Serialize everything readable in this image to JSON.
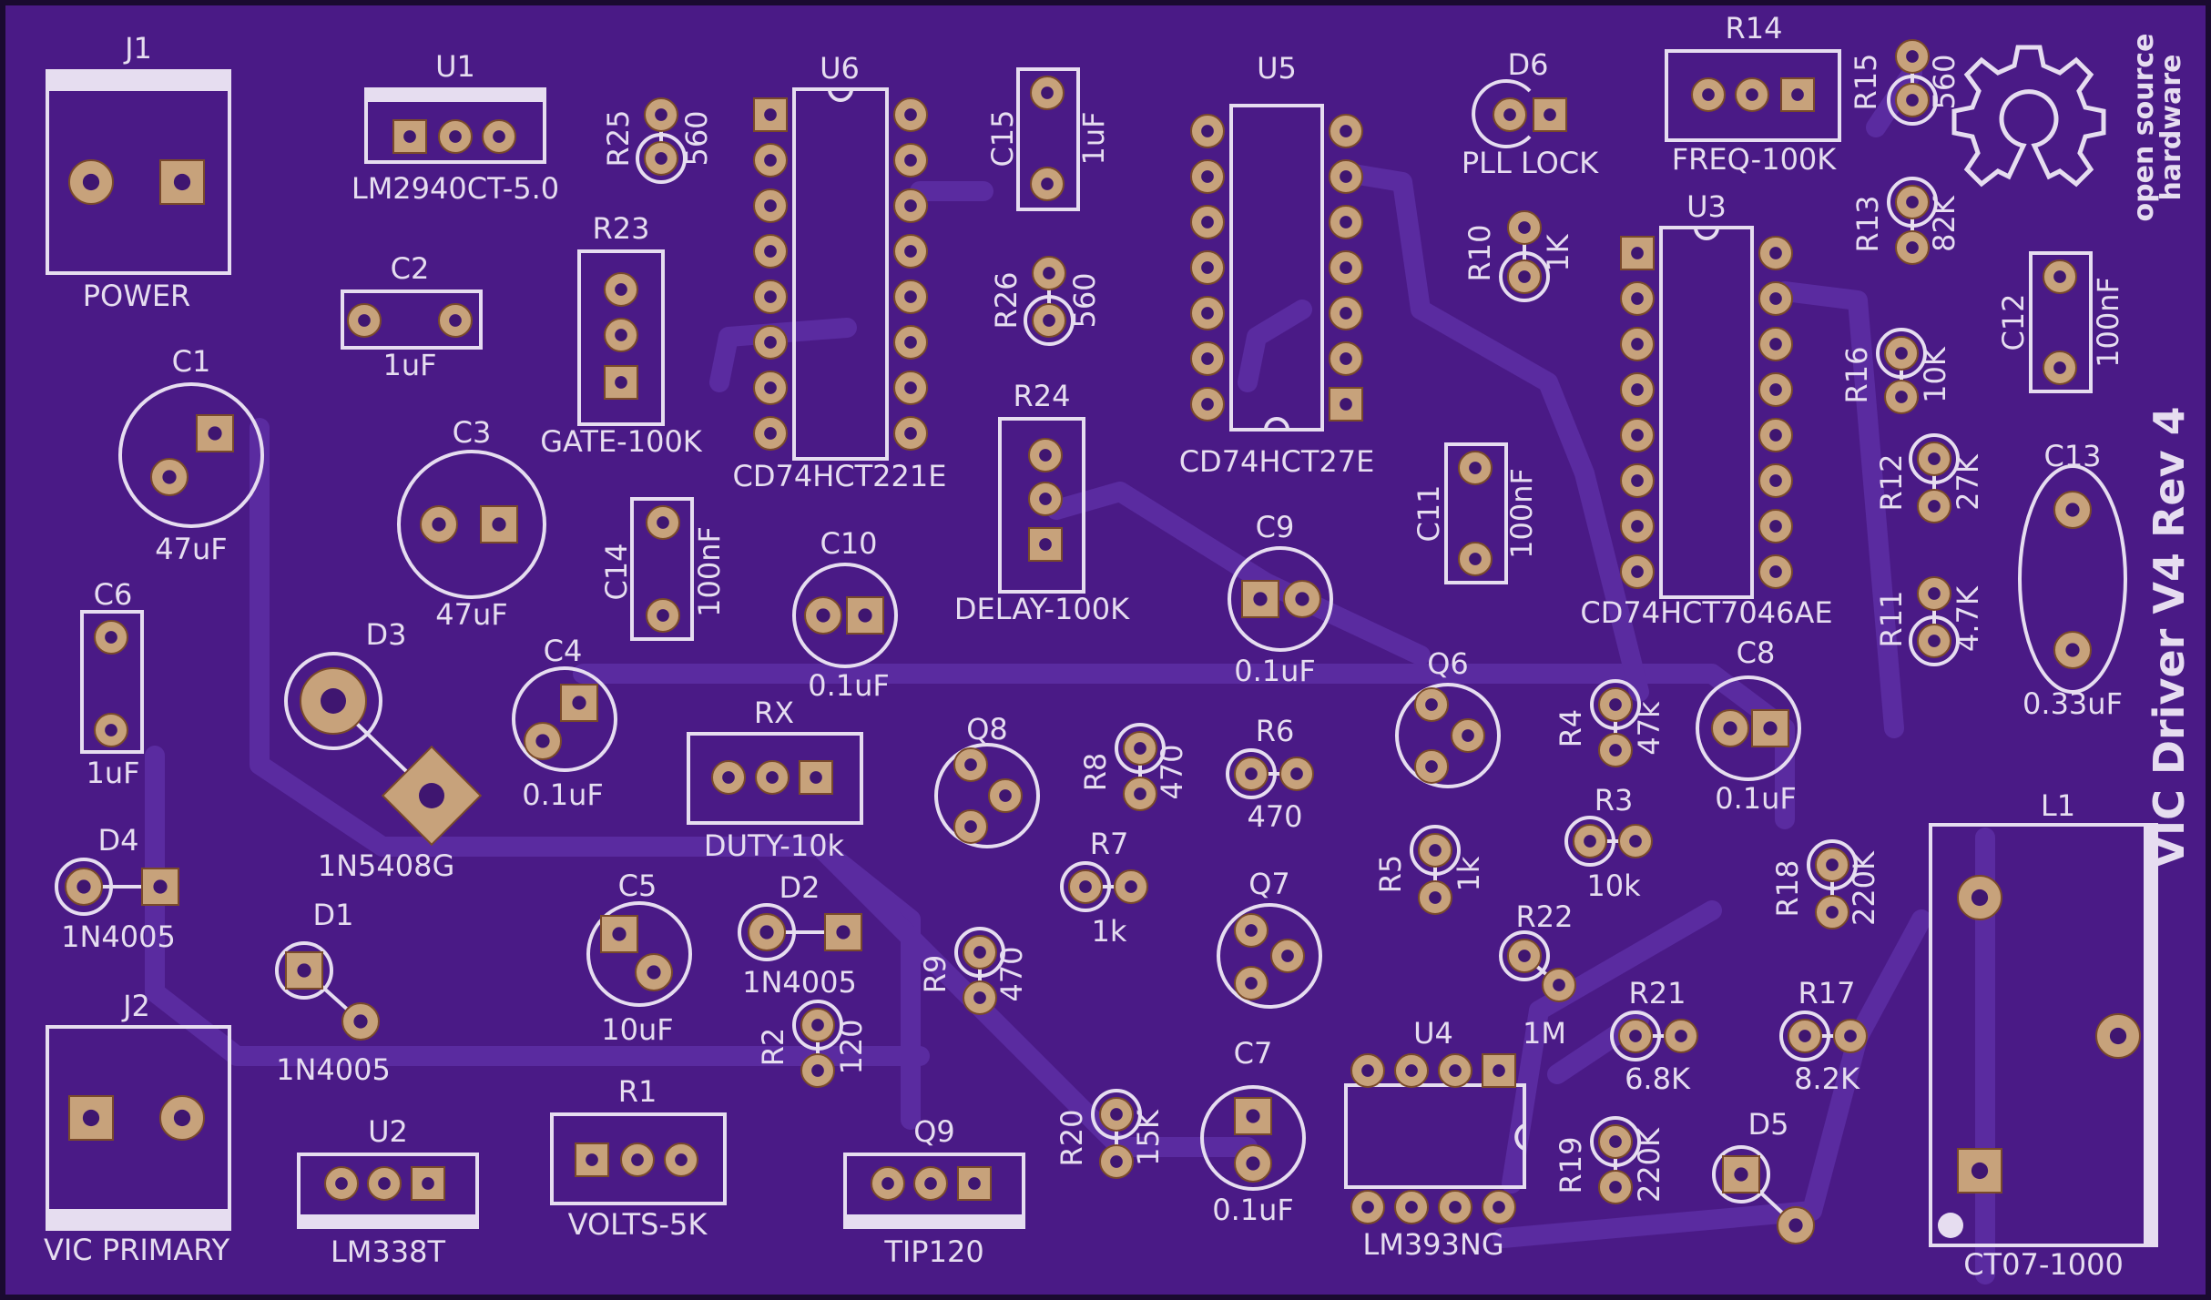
{
  "board": {
    "title": "VIC Driver V4 Rev 4",
    "oshw_line1": "open source",
    "oshw_line2": "hardware",
    "colors": {
      "substrate": "#4a1a86",
      "silkscreen": "#e6ddf0",
      "copper": "#c7a27b",
      "trace": "#5a2ba0"
    }
  },
  "components": {
    "J1": {
      "ref": "J1",
      "value": "POWER"
    },
    "J2": {
      "ref": "J2",
      "value": "VIC PRIMARY"
    },
    "U1": {
      "ref": "U1",
      "value": "LM2940CT-5.0"
    },
    "U2": {
      "ref": "U2",
      "value": "LM338T"
    },
    "U3": {
      "ref": "U3",
      "value": "CD74HCT7046AE"
    },
    "U4": {
      "ref": "U4",
      "value": "LM393NG"
    },
    "U5": {
      "ref": "U5",
      "value": "CD74HCT27E"
    },
    "U6": {
      "ref": "U6",
      "value": "CD74HCT221E"
    },
    "C1": {
      "ref": "C1",
      "value": "47uF"
    },
    "C2": {
      "ref": "C2",
      "value": "1uF"
    },
    "C3": {
      "ref": "C3",
      "value": "47uF"
    },
    "C4": {
      "ref": "C4",
      "value": "0.1uF"
    },
    "C5": {
      "ref": "C5",
      "value": "10uF"
    },
    "C6": {
      "ref": "C6",
      "value": "1uF"
    },
    "C7": {
      "ref": "C7",
      "value": "0.1uF"
    },
    "C8": {
      "ref": "C8",
      "value": "0.1uF"
    },
    "C9": {
      "ref": "C9",
      "value": "0.1uF"
    },
    "C10": {
      "ref": "C10",
      "value": "0.1uF"
    },
    "C11": {
      "ref": "C11",
      "value": "100nF"
    },
    "C12": {
      "ref": "C12",
      "value": "100nF"
    },
    "C13": {
      "ref": "C13",
      "value": "0.33uF"
    },
    "C14": {
      "ref": "C14",
      "value": "100nF"
    },
    "C15": {
      "ref": "C15",
      "value": "1uF"
    },
    "D1": {
      "ref": "D1",
      "value": "1N4005"
    },
    "D2": {
      "ref": "D2",
      "value": "1N4005"
    },
    "D3": {
      "ref": "D3",
      "value": "1N5408G"
    },
    "D4": {
      "ref": "D4",
      "value": "1N4005"
    },
    "D5": {
      "ref": "D5",
      "value": ""
    },
    "D6": {
      "ref": "D6",
      "value": "PLL LOCK"
    },
    "L1": {
      "ref": "L1",
      "value": "CT07-1000"
    },
    "Q6": {
      "ref": "Q6",
      "value": ""
    },
    "Q7": {
      "ref": "Q7",
      "value": ""
    },
    "Q8": {
      "ref": "Q8",
      "value": ""
    },
    "Q9": {
      "ref": "Q9",
      "value": "TIP120"
    },
    "R1": {
      "ref": "R1",
      "value": "VOLTS-5K"
    },
    "R2": {
      "ref": "R2",
      "value": "120"
    },
    "R3": {
      "ref": "R3",
      "value": "10k"
    },
    "R4": {
      "ref": "R4",
      "value": "47k"
    },
    "R5": {
      "ref": "R5",
      "value": "1k"
    },
    "R6": {
      "ref": "R6",
      "value": "470"
    },
    "R7": {
      "ref": "R7",
      "value": "1k"
    },
    "R8": {
      "ref": "R8",
      "value": "470"
    },
    "R9": {
      "ref": "R9",
      "value": "470"
    },
    "R10": {
      "ref": "R10",
      "value": "1K"
    },
    "R11": {
      "ref": "R11",
      "value": "4.7K"
    },
    "R12": {
      "ref": "R12",
      "value": "27K"
    },
    "R13": {
      "ref": "R13",
      "value": "82K"
    },
    "R14": {
      "ref": "R14",
      "value": "FREQ-100K"
    },
    "R15": {
      "ref": "R15",
      "value": "560"
    },
    "R16": {
      "ref": "R16",
      "value": "10K"
    },
    "R17": {
      "ref": "R17",
      "value": "8.2K"
    },
    "R18": {
      "ref": "R18",
      "value": "220K"
    },
    "R19": {
      "ref": "R19",
      "value": "220K"
    },
    "R20": {
      "ref": "R20",
      "value": "15K"
    },
    "R21": {
      "ref": "R21",
      "value": "6.8K"
    },
    "R22": {
      "ref": "R22",
      "value": "1M"
    },
    "R23": {
      "ref": "R23",
      "value": "GATE-100K"
    },
    "R24": {
      "ref": "R24",
      "value": "DELAY-100K"
    },
    "R25": {
      "ref": "R25",
      "value": "560"
    },
    "R26": {
      "ref": "R26",
      "value": "560"
    },
    "RX": {
      "ref": "RX",
      "value": "DUTY-10k"
    }
  }
}
